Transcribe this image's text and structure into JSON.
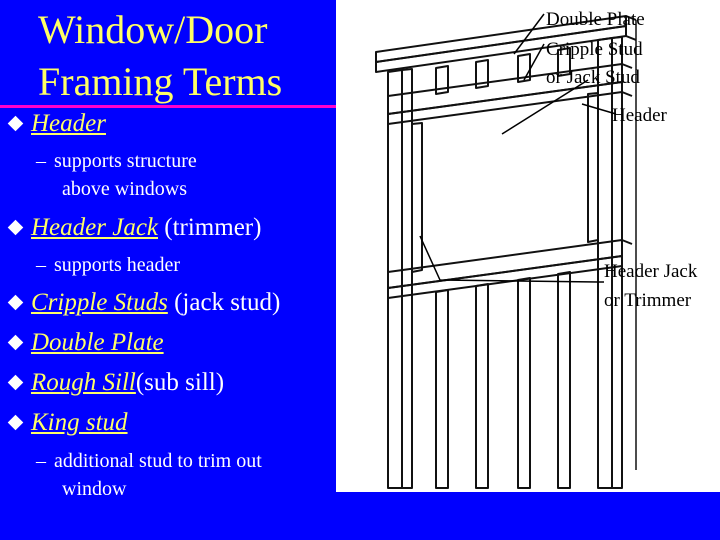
{
  "title": {
    "line1": "Window/Door",
    "line2": "Framing Terms"
  },
  "bullets": {
    "header": {
      "term": "Header",
      "sub": {
        "line1": "supports structure",
        "line2": "above windows"
      }
    },
    "header_jack": {
      "term": "Header Jack",
      "suffix": "(trimmer)",
      "sub": {
        "line1": "supports header"
      }
    },
    "cripple": {
      "term": "Cripple Studs",
      "suffix": "(jack stud)"
    },
    "double_plate": {
      "term": "Double Plate"
    },
    "rough_sill": {
      "term": "Rough Sill",
      "suffix": "(sub sill)"
    },
    "king_stud": {
      "term": "King stud",
      "sub": {
        "line1": "additional stud to trim out",
        "line2": "window"
      }
    }
  },
  "figure": {
    "callouts": {
      "double_plate": "Double Plate",
      "cripple_stud": "Cripple Stud",
      "jack_stud": "or Jack Stud",
      "header": "Header",
      "header_jack": "Header Jack",
      "trimmer": "or Trimmer"
    }
  },
  "colors": {
    "background": "#0000ff",
    "title": "#ffff66",
    "body_text": "#ffffff",
    "term": "#ffff66",
    "rule": "#ff00cc"
  },
  "icons": {
    "bullet": "diamond-bullet-icon"
  }
}
